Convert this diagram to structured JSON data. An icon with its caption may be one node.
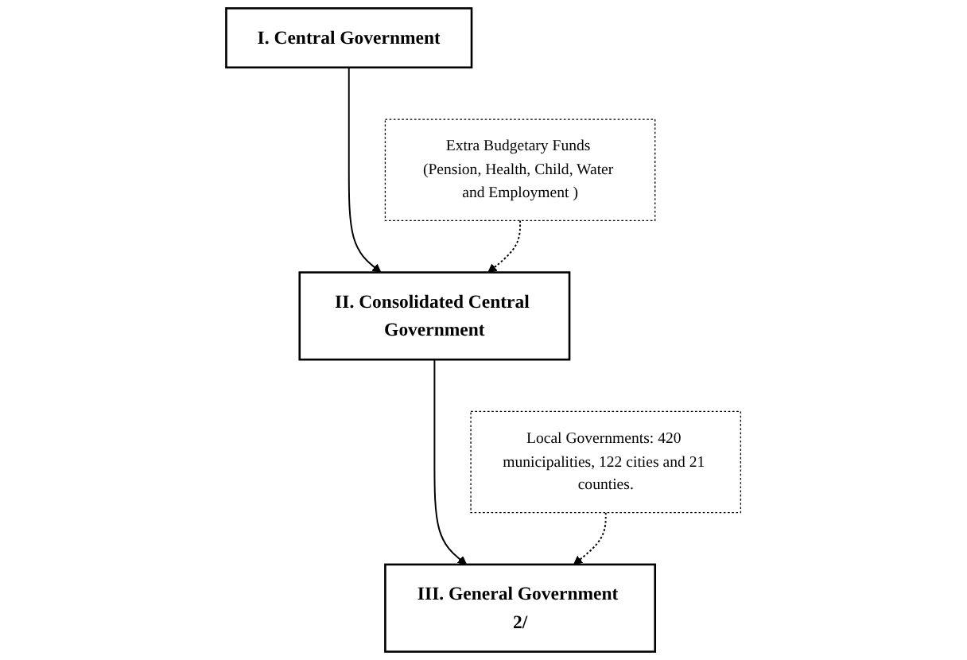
{
  "diagram": {
    "nodes": [
      {
        "text": [
          "I. Central Government"
        ]
      },
      {
        "text": [
          "II. Consolidated Central Government"
        ]
      },
      {
        "text": [
          "Extra Budgetary Funds (Pension, Health, Child, Water and Employment )"
        ]
      },
      {
        "text": [
          "III. General Government 2/"
        ]
      },
      {
        "text": [
          "Local Governments: 420 municipalities, 122 cities and 21 counties."
        ]
      }
    ],
    "edges": [
      {
        "from": 0,
        "to": 1,
        "arrow": "to"
      },
      {
        "from": 2,
        "to": 1,
        "arrow": "to",
        "style": "dashed"
      },
      {
        "from": 1,
        "to": 3,
        "arrow": "to"
      },
      {
        "from": 4,
        "to": 3,
        "arrow": "to",
        "style": "dashed"
      }
    ]
  }
}
